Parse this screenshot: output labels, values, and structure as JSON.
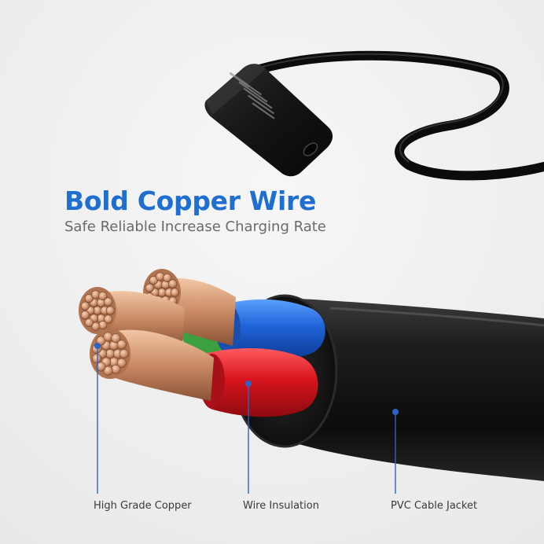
{
  "headline": "Bold Copper Wire",
  "subheadline": "Safe Reliable Increase Charging Rate",
  "callouts": {
    "copper": "High Grade Copper",
    "insulation": "Wire Insulation",
    "jacket": "PVC Cable Jacket"
  },
  "colors": {
    "headline": "#1f6fd1",
    "callout_line": "#2d63c8",
    "wire_blue": "#1f63d8",
    "wire_red": "#d8141c",
    "wire_green": "#3aa040",
    "copper": "#c98a64",
    "jacket": "#1a1a1a"
  }
}
